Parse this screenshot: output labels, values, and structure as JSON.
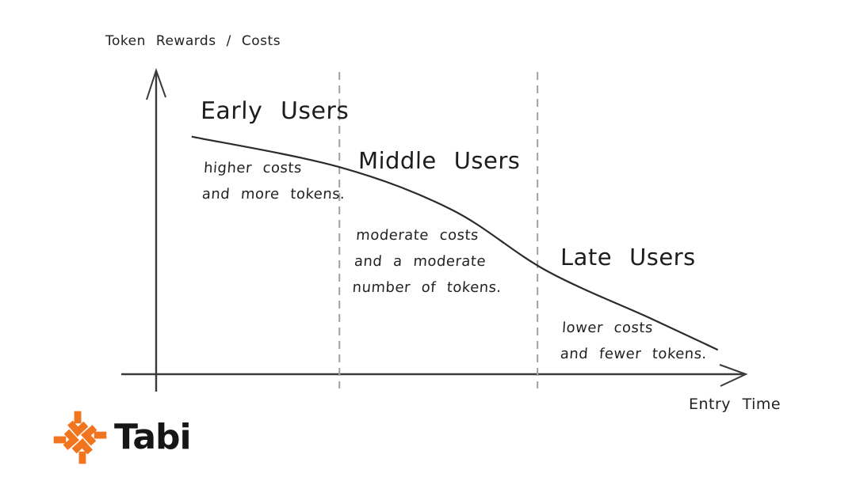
{
  "colors": {
    "ink": "#2e2e2e",
    "dashed_divider": "#a0a0a0",
    "logo_orange": "#F0751E",
    "logo_text": "#161616"
  },
  "diagram": {
    "y_axis_label": "Token Rewards / Costs",
    "x_axis_label": "Entry Time",
    "sections": [
      {
        "title": "Early Users",
        "lines": [
          "higher costs",
          "and more tokens."
        ]
      },
      {
        "title": "Middle Users",
        "lines": [
          "moderate costs",
          "and a moderate",
          "number of tokens."
        ]
      },
      {
        "title": "Late Users",
        "lines": [
          "lower costs",
          "and fewer tokens."
        ]
      }
    ]
  },
  "branding": {
    "logo_text": "Tabi"
  },
  "chart_data": {
    "type": "line",
    "title": "",
    "xlabel": "Entry Time",
    "ylabel": "Token Rewards / Costs",
    "x_range": [
      0,
      1
    ],
    "y_range": [
      0,
      1
    ],
    "grid": false,
    "legend": "none",
    "series": [
      {
        "name": "Token Rewards / Costs over Entry Time",
        "points": [
          {
            "x": 0.06,
            "y": 0.78
          },
          {
            "x": 0.31,
            "y": 0.68
          },
          {
            "x": 0.5,
            "y": 0.54
          },
          {
            "x": 0.66,
            "y": 0.34
          },
          {
            "x": 0.84,
            "y": 0.18
          },
          {
            "x": 0.95,
            "y": 0.08
          }
        ]
      }
    ],
    "region_dividers_x": [
      0.31,
      0.645
    ],
    "annotations": [
      {
        "region": "x < 0.31",
        "label": "Early Users",
        "note": "higher costs and more tokens."
      },
      {
        "region": "0.31 - 0.645",
        "label": "Middle Users",
        "note": "moderate costs and a moderate number of tokens."
      },
      {
        "region": "x > 0.645",
        "label": "Late Users",
        "note": "lower costs and fewer tokens."
      }
    ]
  }
}
